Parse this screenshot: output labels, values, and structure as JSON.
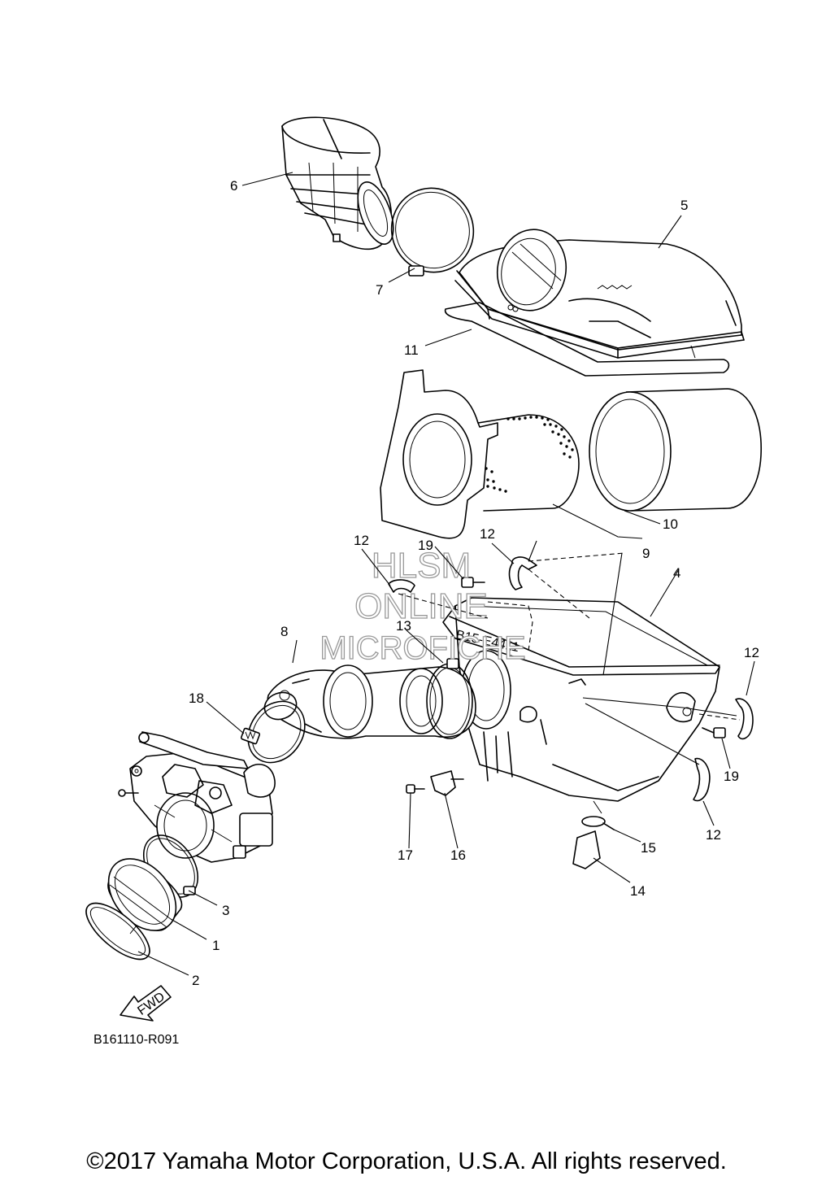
{
  "diagram": {
    "callouts": [
      {
        "id": "c1",
        "text": "1"
      },
      {
        "id": "c2",
        "text": "2"
      },
      {
        "id": "c3",
        "text": "3"
      },
      {
        "id": "c4",
        "text": "4"
      },
      {
        "id": "c5",
        "text": "5"
      },
      {
        "id": "c6",
        "text": "6"
      },
      {
        "id": "c7",
        "text": "7"
      },
      {
        "id": "c8",
        "text": "8"
      },
      {
        "id": "c9",
        "text": "9"
      },
      {
        "id": "c10",
        "text": "10"
      },
      {
        "id": "c11",
        "text": "11"
      },
      {
        "id": "c12a",
        "text": "12"
      },
      {
        "id": "c12b",
        "text": "12"
      },
      {
        "id": "c12c",
        "text": "12"
      },
      {
        "id": "c12d",
        "text": "12"
      },
      {
        "id": "c13",
        "text": "13"
      },
      {
        "id": "c14",
        "text": "14"
      },
      {
        "id": "c15",
        "text": "15"
      },
      {
        "id": "c16",
        "text": "16"
      },
      {
        "id": "c17",
        "text": "17"
      },
      {
        "id": "c18",
        "text": "18"
      },
      {
        "id": "c19a",
        "text": "19"
      },
      {
        "id": "c19b",
        "text": "19"
      }
    ],
    "part_markings": {
      "box_code": "B15-E4411",
      "fwd_arrow": "FWD"
    },
    "drawing_code": "B161110-R091",
    "watermark": [
      "HLSM",
      "ONLINE",
      "MICROFICHE"
    ]
  },
  "copyright": "©2017 Yamaha Motor Corporation, U.S.A. All rights reserved."
}
